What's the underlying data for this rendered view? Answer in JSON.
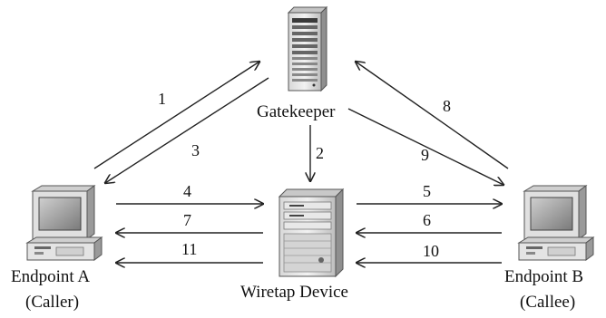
{
  "nodes": {
    "gatekeeper": {
      "label": "Gatekeeper",
      "icon": "server-tower-icon"
    },
    "endpoint_a": {
      "label": "Endpoint A",
      "sublabel": "(Caller)",
      "icon": "desktop-computer-icon"
    },
    "endpoint_b": {
      "label": "Endpoint B",
      "sublabel": "(Callee)",
      "icon": "desktop-computer-icon"
    },
    "wiretap": {
      "label": "Wiretap Device",
      "icon": "server-tower-icon"
    }
  },
  "messages": [
    {
      "step": "1",
      "from": "endpoint_a",
      "to": "gatekeeper"
    },
    {
      "step": "2",
      "from": "gatekeeper",
      "to": "wiretap"
    },
    {
      "step": "3",
      "from": "gatekeeper",
      "to": "endpoint_a"
    },
    {
      "step": "4",
      "from": "endpoint_a",
      "to": "wiretap"
    },
    {
      "step": "5",
      "from": "wiretap",
      "to": "endpoint_b"
    },
    {
      "step": "6",
      "from": "endpoint_b",
      "to": "wiretap"
    },
    {
      "step": "7",
      "from": "wiretap",
      "to": "endpoint_a"
    },
    {
      "step": "8",
      "from": "endpoint_b",
      "to": "gatekeeper"
    },
    {
      "step": "9",
      "from": "gatekeeper",
      "to": "endpoint_b"
    },
    {
      "step": "10",
      "from": "endpoint_b",
      "to": "wiretap"
    },
    {
      "step": "11",
      "from": "wiretap",
      "to": "endpoint_a"
    }
  ]
}
